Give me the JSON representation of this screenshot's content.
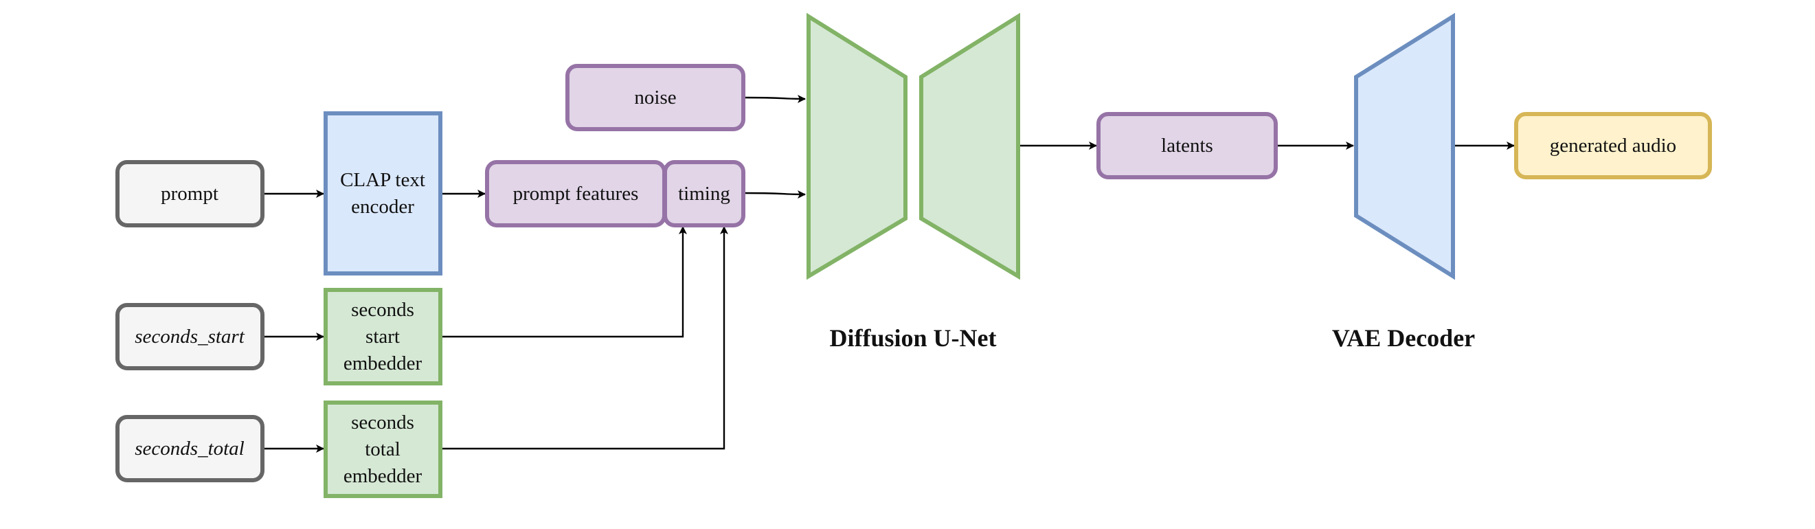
{
  "diagram": {
    "nodes": {
      "prompt": {
        "label": "prompt"
      },
      "seconds_start": {
        "label": "seconds_start"
      },
      "seconds_total": {
        "label": "seconds_total"
      },
      "clap_encoder": {
        "line1": "CLAP text",
        "line2": "encoder"
      },
      "start_embedder": {
        "line1": "seconds",
        "line2": "start",
        "line3": "embedder"
      },
      "total_embedder": {
        "line1": "seconds",
        "line2": "total",
        "line3": "embedder"
      },
      "noise": {
        "label": "noise"
      },
      "prompt_features": {
        "label": "prompt features"
      },
      "timing": {
        "label": "timing"
      },
      "latents": {
        "label": "latents"
      },
      "generated_audio": {
        "label": "generated audio"
      }
    },
    "captions": {
      "diffusion_unet": "Diffusion U-Net",
      "vae_decoder": "VAE Decoder"
    },
    "colors": {
      "input_fill": "#f5f5f5",
      "input_stroke": "#666666",
      "encoder_fill": "#dae8fc",
      "encoder_stroke": "#6c8ebf",
      "embedder_fill": "#d5e8d4",
      "embedder_stroke": "#82b366",
      "feature_fill": "#e1d5e7",
      "feature_stroke": "#9673a6",
      "output_fill": "#fff2cc",
      "output_stroke": "#d6b656"
    }
  }
}
